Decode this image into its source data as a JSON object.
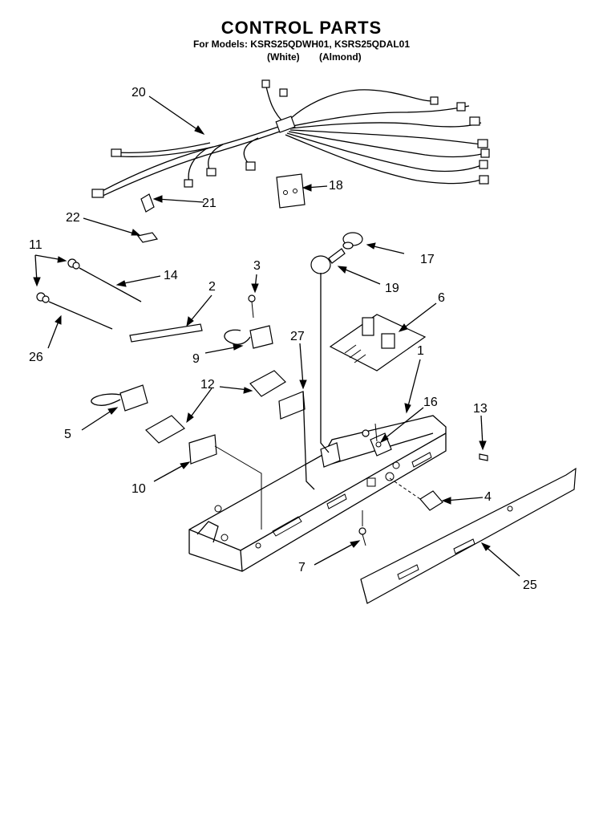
{
  "header": {
    "title": "CONTROL PARTS",
    "models_line": "For Models: KSRS25QDWH01, KSRS25QDAL01",
    "variant_white": "(White)",
    "variant_almond": "(Almond)"
  },
  "callouts": {
    "c1": "1",
    "c2": "2",
    "c3": "3",
    "c4": "4",
    "c5": "5",
    "c6": "6",
    "c7": "7",
    "c9": "9",
    "c10": "10",
    "c11": "11",
    "c12": "12",
    "c13": "13",
    "c14": "14",
    "c16": "16",
    "c17": "17",
    "c18": "18",
    "c19": "19",
    "c20": "20",
    "c21": "21",
    "c22": "22",
    "c25": "25",
    "c26": "26",
    "c27": "27"
  }
}
